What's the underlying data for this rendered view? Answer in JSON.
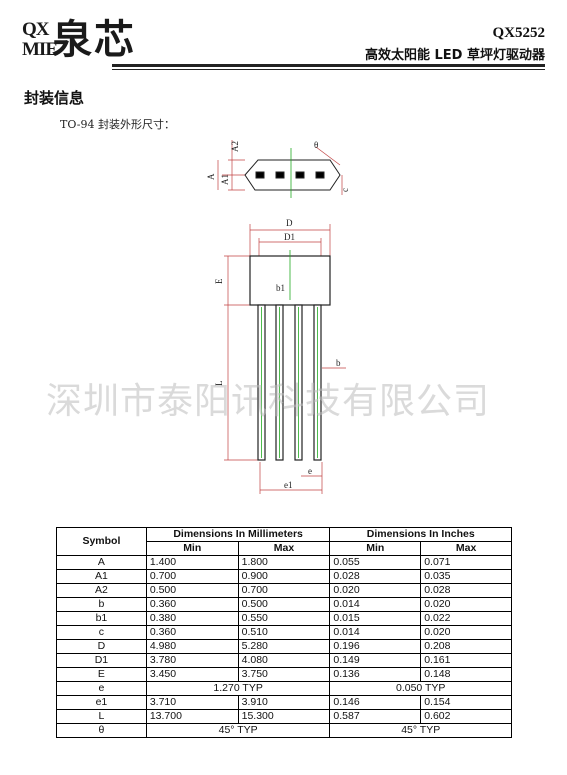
{
  "header": {
    "logo_line1": "QX",
    "logo_line2": "MIE",
    "logo_cn": "泉芯",
    "model": "QX5252",
    "product": "高效太阳能 LED 草坪灯驱动器"
  },
  "section_title": "封装信息",
  "package_caption": "TO-94 封装外形尺寸：",
  "watermark": "深圳市泰阳讯科技有限公司",
  "diagram_labels": {
    "A2": "A2",
    "A": "A",
    "A1": "A1",
    "theta": "θ",
    "c": "c",
    "D": "D",
    "D1": "D1",
    "E": "E",
    "b1": "b1",
    "b": "b",
    "L": "L",
    "e": "e",
    "e1": "e1"
  },
  "table": {
    "symbol_header": "Symbol",
    "mm_header": "Dimensions In Millimeters",
    "in_header": "Dimensions In Inches",
    "min": "Min",
    "max": "Max",
    "rows": [
      {
        "sym": "A",
        "mm_min": "1.400",
        "mm_max": "1.800",
        "in_min": "0.055",
        "in_max": "0.071"
      },
      {
        "sym": "A1",
        "mm_min": "0.700",
        "mm_max": "0.900",
        "in_min": "0.028",
        "in_max": "0.035"
      },
      {
        "sym": "A2",
        "mm_min": "0.500",
        "mm_max": "0.700",
        "in_min": "0.020",
        "in_max": "0.028"
      },
      {
        "sym": "b",
        "mm_min": "0.360",
        "mm_max": "0.500",
        "in_min": "0.014",
        "in_max": "0.020"
      },
      {
        "sym": "b1",
        "mm_min": "0.380",
        "mm_max": "0.550",
        "in_min": "0.015",
        "in_max": "0.022"
      },
      {
        "sym": "c",
        "mm_min": "0.360",
        "mm_max": "0.510",
        "in_min": "0.014",
        "in_max": "0.020"
      },
      {
        "sym": "D",
        "mm_min": "4.980",
        "mm_max": "5.280",
        "in_min": "0.196",
        "in_max": "0.208"
      },
      {
        "sym": "D1",
        "mm_min": "3.780",
        "mm_max": "4.080",
        "in_min": "0.149",
        "in_max": "0.161"
      },
      {
        "sym": "E",
        "mm_min": "3.450",
        "mm_max": "3.750",
        "in_min": "0.136",
        "in_max": "0.148"
      }
    ],
    "row_e": {
      "sym": "e",
      "mm": "1.270 TYP",
      "in": "0.050 TYP"
    },
    "rows2": [
      {
        "sym": "e1",
        "mm_min": "3.710",
        "mm_max": "3.910",
        "in_min": "0.146",
        "in_max": "0.154"
      },
      {
        "sym": "L",
        "mm_min": "13.700",
        "mm_max": "15.300",
        "in_min": "0.587",
        "in_max": "0.602"
      }
    ],
    "row_theta": {
      "sym": "θ",
      "mm": "45° TYP",
      "in": "45° TYP"
    }
  }
}
